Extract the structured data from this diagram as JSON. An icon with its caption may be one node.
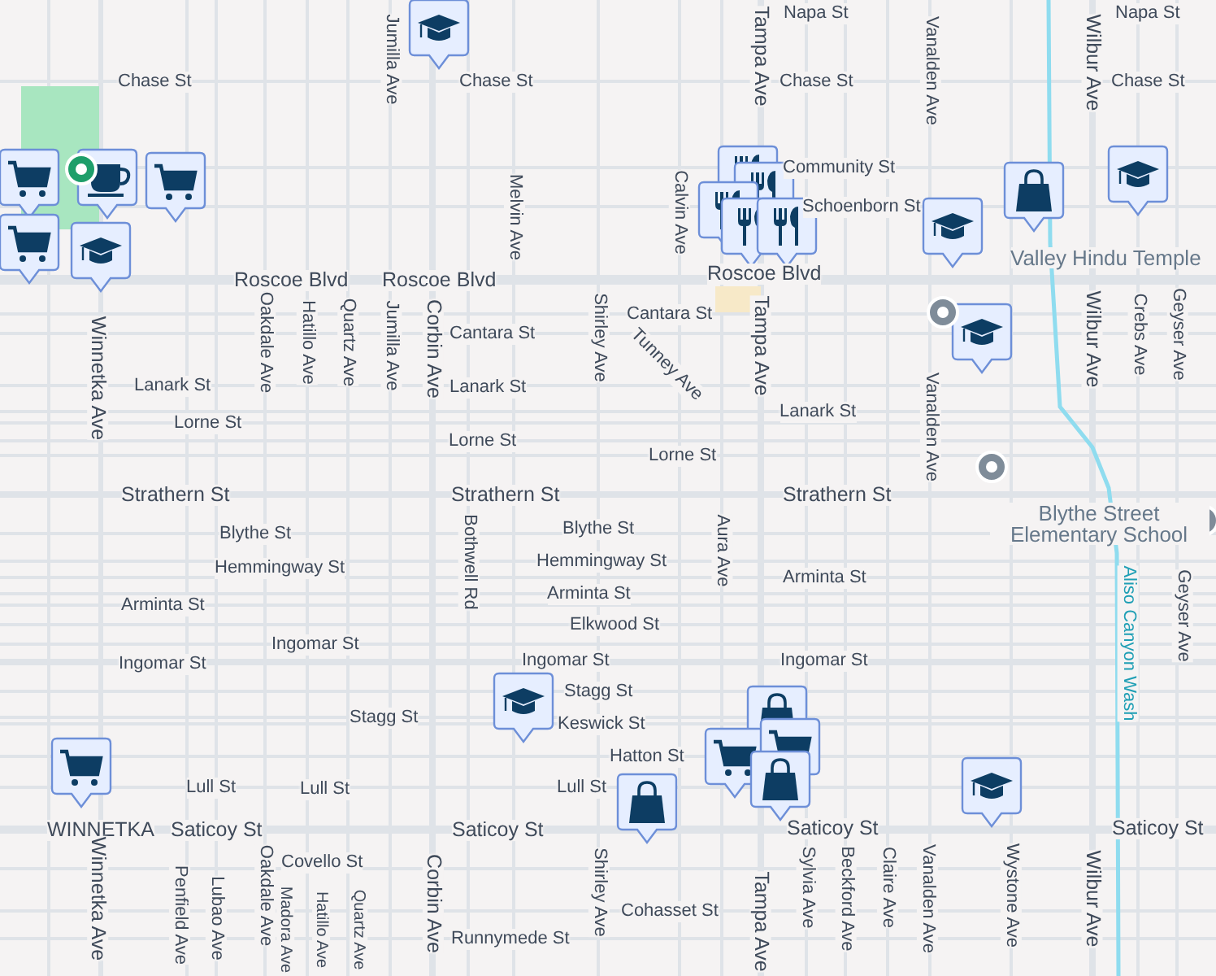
{
  "diagram": {
    "labels": [
      "Napa St",
      "Napa St",
      "Chase St",
      "Chase St",
      "Chase St",
      "Chase St",
      "Community St",
      "Schoenborn St",
      "Roscoe Blvd",
      "Roscoe Blvd",
      "Roscoe Blvd",
      "Valley Hindu Temple",
      "Cantara St",
      "Cantara St",
      "Lanark St",
      "Lanark St",
      "Lanark St",
      "Lorne St",
      "Lorne St",
      "Lorne St",
      "Strathern St",
      "Strathern St",
      "Strathern St",
      "Blythe St",
      "Blythe St",
      "Blythe Street Elementary School",
      "Hemmingway St",
      "Hemmingway St",
      "Arminta St",
      "Arminta St",
      "Arminta St",
      "Elkwood St",
      "Ingomar St",
      "Ingomar St",
      "Ingomar St",
      "Ingomar St",
      "Stagg St",
      "Stagg St",
      "Keswick St",
      "Hatton St",
      "Lull St",
      "Lull St",
      "Lull St",
      "WINNETKA",
      "Saticoy St",
      "Saticoy St",
      "Saticoy St",
      "Saticoy St",
      "Covello St",
      "Cohasset St",
      "Runnymede St",
      "Jumilla Ave",
      "Melvin Ave",
      "Calvin Ave",
      "Tampa Ave",
      "Vanalden Ave",
      "Wilbur Ave",
      "Winnetka Ave",
      "Oakdale Ave",
      "Hatillo Ave",
      "Quartz Ave",
      "Jumilla Ave",
      "Corbin Ave",
      "Shirley Ave",
      "Tunney Ave",
      "Tampa Ave",
      "Vanalden Ave",
      "Wilbur Ave",
      "Crebs Ave",
      "Geyser Ave",
      "Bothwell Rd",
      "Aura Ave",
      "Aliso Canyon Wash",
      "Geyser Ave",
      "Winnetka Ave",
      "Penfield Ave",
      "Lubao Ave",
      "Oakdale Ave",
      "Madora Ave",
      "Hatillo Ave",
      "Quartz Ave",
      "Corbin Ave",
      "Shirley Ave",
      "Tampa Ave",
      "Sylvia Ave",
      "Beckford Ave",
      "Claire Ave",
      "Vanalden Ave",
      "Wystone Ave",
      "Wilbur Ave"
    ]
  }
}
